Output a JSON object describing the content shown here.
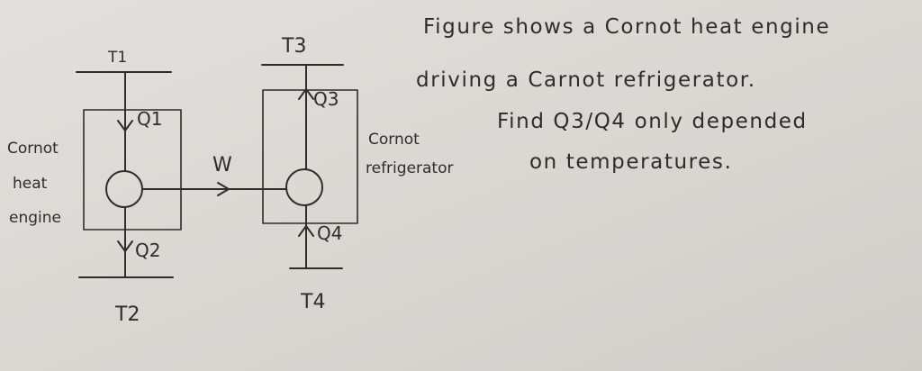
{
  "problem": {
    "line1": "Figure shows a Cornot heat engine",
    "line2": "driving a Carnot refrigerator.",
    "line3": "Find Q3/Q4 only depended",
    "line4": "on temperatures."
  },
  "engine": {
    "label_line1": "Cornot",
    "label_line2": "heat",
    "label_line3": "engine",
    "hot_reservoir": "T1",
    "cold_reservoir": "T2",
    "heat_in": "Q1",
    "heat_out": "Q2"
  },
  "work": {
    "label": "W"
  },
  "refrigerator": {
    "label_line1": "Cornot",
    "label_line2": "refrigerator",
    "hot_reservoir": "T3",
    "cold_reservoir": "T4",
    "heat_out": "Q3",
    "heat_in": "Q4"
  }
}
